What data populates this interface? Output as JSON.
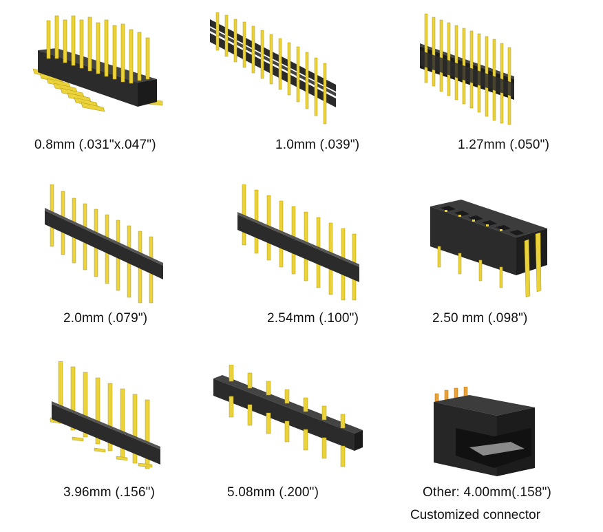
{
  "colors": {
    "housing": "#2b2b2b",
    "housing_light": "#444444",
    "pin_gold": "#e9d23a",
    "pin_gold_dark": "#b59c14",
    "background": "#ffffff"
  },
  "items": [
    {
      "caption": "0.8mm (.031\"x.047\")",
      "icon": "pin-header-0-8mm-image"
    },
    {
      "caption": "1.0mm (.039\")",
      "icon": "pin-header-1-0mm-image"
    },
    {
      "caption": "1.27mm (.050\")",
      "icon": "pin-header-1-27mm-image"
    },
    {
      "caption": "2.0mm (.079\")",
      "icon": "pin-header-2-0mm-image"
    },
    {
      "caption": "2.54mm (.100\")",
      "icon": "pin-header-2-54mm-image"
    },
    {
      "caption": "2.50 mm (.098\")",
      "icon": "wafer-connector-2-50mm-image"
    },
    {
      "caption": "3.96mm (.156\")",
      "icon": "pin-header-3-96mm-image"
    },
    {
      "caption": "5.08mm (.200\")",
      "icon": "pin-header-5-08mm-image"
    },
    {
      "caption": "Other: 4.00mm(.158\")",
      "icon": "custom-connector-4-00mm-image"
    }
  ],
  "footer": {
    "subcaption": "Customized connector"
  }
}
